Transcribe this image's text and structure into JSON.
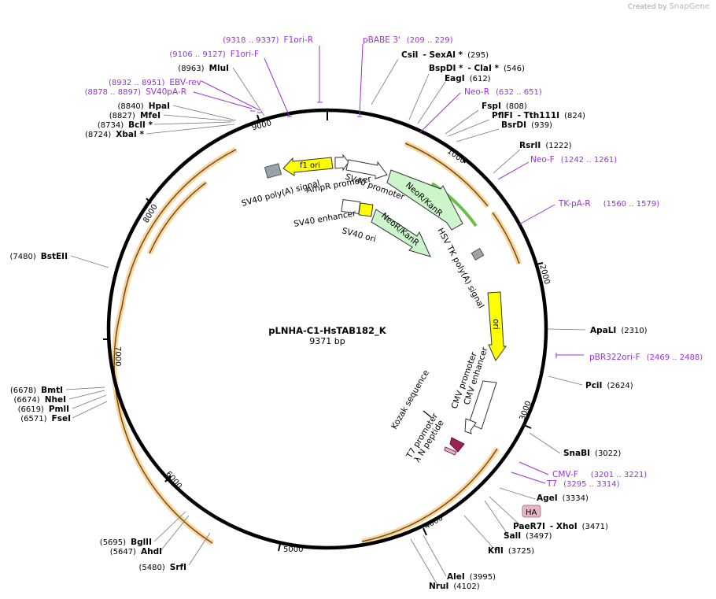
{
  "branding": {
    "created_by": "Created by",
    "app": "SnapGene"
  },
  "plasmid": {
    "name": "pLNHA-C1-HsTAB182_K",
    "length": "9371 bp"
  },
  "ticks": [
    "1000",
    "2000",
    "3000",
    "4000",
    "5000",
    "6000",
    "7000",
    "8000",
    "9000"
  ],
  "sites": [
    {
      "name": "CsiI",
      "pos": "",
      "extra": "- SexAI *",
      "extra_pos": "(295)"
    },
    {
      "name": "BspDI *",
      "pos": "",
      "extra": "- ClaI *",
      "extra_pos": "(546)"
    },
    {
      "name": "EagI",
      "pos": "(612)"
    },
    {
      "name": "FspI",
      "pos": "(808)"
    },
    {
      "name": "PflFI",
      "pos": "",
      "extra": "- Tth111I",
      "extra_pos": "(824)"
    },
    {
      "name": "BsrDI",
      "pos": "(939)"
    },
    {
      "name": "RsrII",
      "pos": "(1222)"
    },
    {
      "name": "ApaLI",
      "pos": "(2310)"
    },
    {
      "name": "PciI",
      "pos": "(2624)"
    },
    {
      "name": "SnaBI",
      "pos": "(3022)"
    },
    {
      "name": "AgeI",
      "pos": "(3334)"
    },
    {
      "name": "PaeR7I",
      "pos": "",
      "extra": "- XhoI",
      "extra_pos": "(3471)"
    },
    {
      "name": "SalI",
      "pos": "(3497)"
    },
    {
      "name": "KflI",
      "pos": "(3725)"
    },
    {
      "name": "AleI",
      "pos": "(3995)"
    },
    {
      "name": "NruI",
      "pos": "(4102)"
    },
    {
      "name": "SrfI",
      "pos": "(5480)"
    },
    {
      "name": "AhdI",
      "pos": "(5647)"
    },
    {
      "name": "BglII",
      "pos": "(5695)"
    },
    {
      "name": "FseI",
      "pos": "(6571)"
    },
    {
      "name": "PmlI",
      "pos": "(6619)"
    },
    {
      "name": "NheI",
      "pos": "(6674)"
    },
    {
      "name": "BmtI",
      "pos": "(6678)"
    },
    {
      "name": "BstEII",
      "pos": "(7480)"
    },
    {
      "name": "XbaI *",
      "pos": "(8724)"
    },
    {
      "name": "BclI *",
      "pos": "(8734)"
    },
    {
      "name": "MfeI",
      "pos": "(8827)"
    },
    {
      "name": "HpaI",
      "pos": "(8840)"
    },
    {
      "name": "MluI",
      "pos": "(8963)"
    }
  ],
  "primers": [
    {
      "name": "F1ori-R",
      "pos": "(9318 .. 9337)"
    },
    {
      "name": "pBABE 3'",
      "pos": "(209 .. 229)"
    },
    {
      "name": "F1ori-F",
      "pos": "(9106 .. 9127)"
    },
    {
      "name": "EBV-rev",
      "pos": "(8932 .. 8951)"
    },
    {
      "name": "SV40pA-R",
      "pos": "(8878 .. 8897)"
    },
    {
      "name": "Neo-R",
      "pos": "(632 .. 651)"
    },
    {
      "name": "Neo-F",
      "pos": "(1242 .. 1261)"
    },
    {
      "name": "TK-pA-R",
      "pos": "(1560 .. 1579)"
    },
    {
      "name": "pBR322ori-F",
      "pos": "(2469 .. 2488)"
    },
    {
      "name": "CMV-F",
      "pos": "(3201 .. 3221)"
    },
    {
      "name": "T7",
      "pos": "(3295 .. 3314)"
    }
  ],
  "features": {
    "f1_ori": "f1 ori",
    "sv40_polya": "SV40 poly(A) signal",
    "ampr_promoter": "AmpR promoter",
    "sv40_promoter": "SV40 promoter",
    "neor_1": "NeoR/KanR",
    "neor_2": "NeoR/KanR",
    "sv40_enhancer": "SV40 enhancer",
    "sv40_ori": "SV40 ori",
    "hsv_tk": "HSV TK poly(A) signal",
    "ori": "ori",
    "cmv_promoter": "CMV promoter",
    "cmv_enhancer": "CMV enhancer",
    "kozak": "Kozak sequence",
    "t7_promoter": "T7 promoter",
    "lambda_n": "λ N peptide",
    "ha": "HA"
  },
  "colors": {
    "primer": "#9b30d9",
    "feature_yellow": "#ffff00",
    "feature_green": "#ccf5cc",
    "feature_gray": "#9aa3aa",
    "orf_orange": "#f3b33d",
    "orf_brown": "#7a4a10",
    "peptide_magenta": "#9b2257",
    "ha_pink": "#e4b6c4"
  }
}
